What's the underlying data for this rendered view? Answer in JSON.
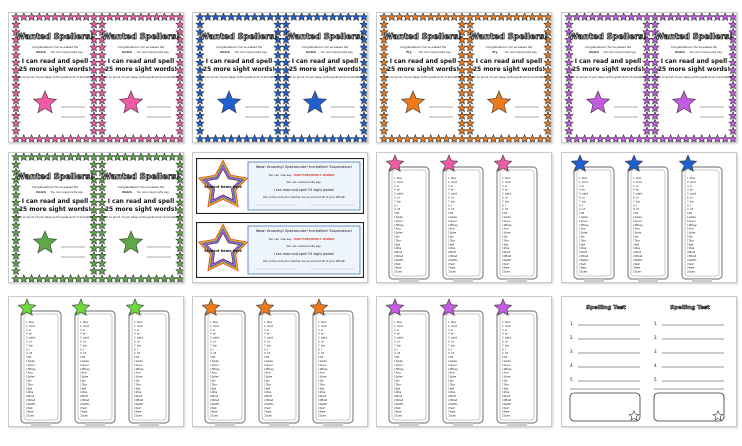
{
  "award": {
    "title": "Wanted Spellers!",
    "congrats": "Congratulations!  You've passed the",
    "you_can": "You can now proudly say,",
    "big1": "I can read and spell",
    "big2": "25 more sight words!",
    "proud": "I am so proud of you!  Keep up the great work of education!",
    "lists": [
      "Dolch",
      "Dolch",
      "Fry",
      "Dolch",
      "Dolch"
    ]
  },
  "banner": {
    "badge": "Student Name Here",
    "title": "Wow! Amazing!  Spectacular!  Incredible!  Stupendous!",
    "line_pre": "You can now say",
    "rainbow": "HIGH FREQUENCY WORDS",
    "you_can": "You can now proudly say,",
    "big": "I can read and spell 25 sight words!",
    "proud": "Your school and your teacher are so proud of all of your efforts!"
  },
  "bookmark": {
    "words": [
      "the",
      "and",
      "a",
      "to",
      "said",
      "in",
      "he",
      "I",
      "of",
      "it",
      "was",
      "you",
      "they",
      "on",
      "she",
      "is",
      "for",
      "at",
      "his",
      "but",
      "that",
      "with",
      "all",
      "we",
      "can"
    ]
  },
  "test": {
    "title": "Spelling Test",
    "numbers": [
      "1.",
      "2.",
      "3.",
      "4.",
      "5."
    ]
  },
  "colors": {
    "pink": "#ee5aa4",
    "blue": "#1f5fd0",
    "orange": "#ee7a1c",
    "purple": "#c35ae0",
    "green": "#5fa84a",
    "lime": "#6fd83a",
    "red": "#e23b2c"
  }
}
